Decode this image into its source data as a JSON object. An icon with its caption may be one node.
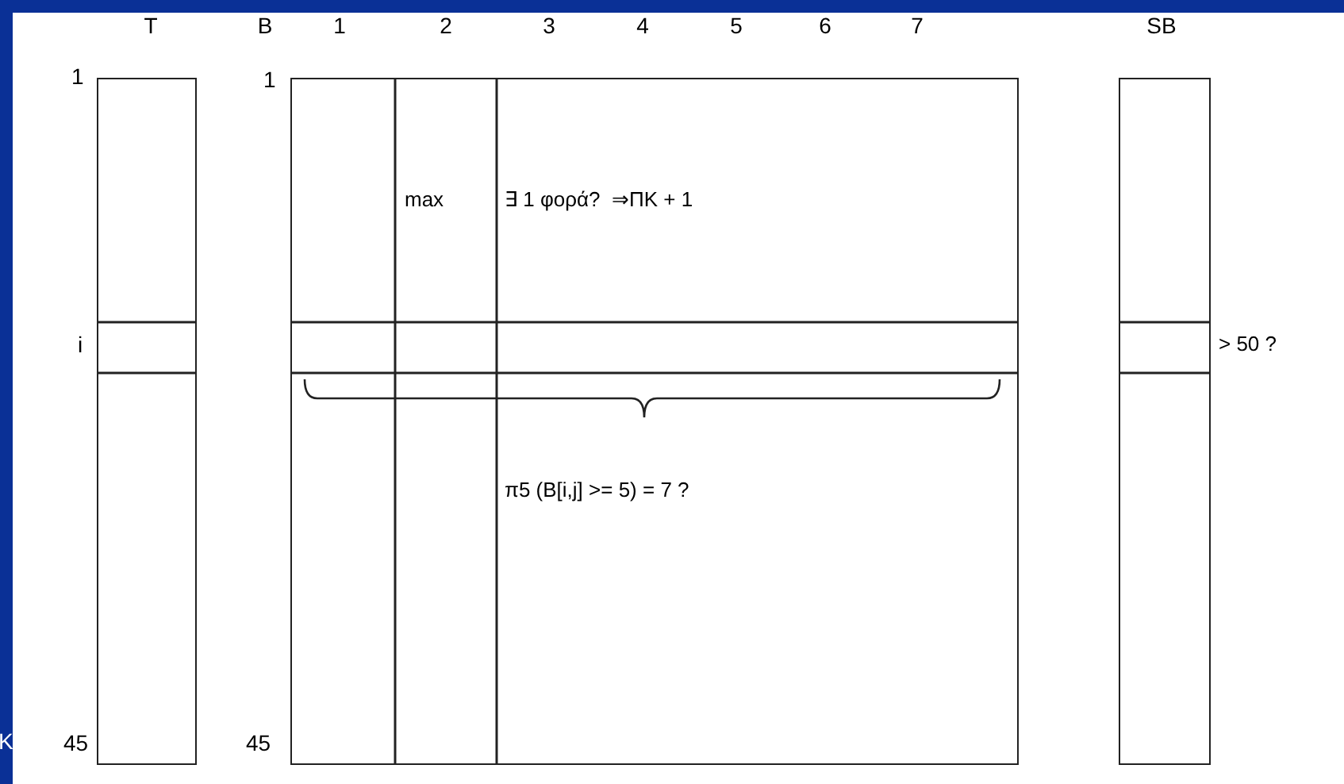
{
  "diagram": {
    "nodes": [
      {
        "text": [
          "T"
        ]
      },
      {
        "text": [
          "B"
        ]
      },
      {
        "text": [
          "SB"
        ]
      }
    ],
    "labels": [
      "1",
      "2",
      "3",
      "4",
      "5",
      "6",
      "7",
      "1",
      "1",
      "max",
      "∃ 1 φορά?  ⇒ΠΚ + 1",
      "i",
      "> 50 ?",
      "π5 (B[i,j] >= 5) = 7 ?",
      "K",
      "45",
      "45"
    ]
  }
}
